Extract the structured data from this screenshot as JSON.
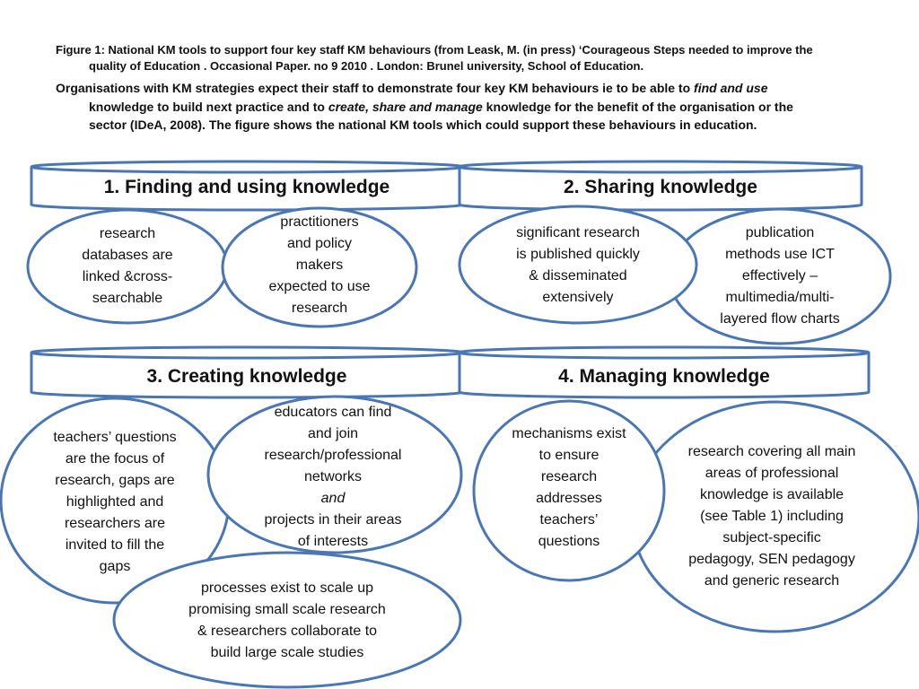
{
  "caption": {
    "figure_line1": "Figure 1: National KM tools to support four key staff KM behaviours (from Leask, M. (in press) ‘Courageous Steps needed to improve the",
    "figure_line2": "quality of Education . Occasional Paper. no 9 2010 . London: Brunel university, School of Education.",
    "intro_part1": "Organisations with KM strategies expect their staff to demonstrate four key KM behaviours ie to be able to ",
    "intro_em1": "find and use",
    "intro_part2": "knowledge to build next practice and to ",
    "intro_em2": "create, share and manage",
    "intro_part3": " knowledge for the benefit of the organisation or the",
    "intro_part4": "sector (IDeA, 2008). The figure shows the national KM tools which could support these behaviours in education."
  },
  "colors": {
    "stroke": "#4a76b3",
    "fill": "#ffffff",
    "text": "#111111"
  },
  "sections": [
    {
      "header": "1. Finding and using knowledge",
      "ellipses": [
        [
          "research",
          "databases are",
          "linked &cross-",
          "searchable"
        ],
        [
          "practitioners",
          "and policy",
          "makers",
          "expected to use",
          "research"
        ]
      ]
    },
    {
      "header": "2. Sharing knowledge",
      "ellipses": [
        [
          "significant research",
          "is published quickly",
          "& disseminated",
          "extensively"
        ],
        [
          "publication",
          "methods use ICT",
          "effectively –",
          "multimedia/multi-",
          "layered flow charts"
        ]
      ]
    },
    {
      "header": "3. Creating knowledge",
      "ellipses": [
        [
          "teachers’ questions",
          "are the focus of",
          "research, gaps are",
          "highlighted and",
          "researchers are",
          "invited to fill the",
          "gaps"
        ],
        [
          "educators can find",
          "and join",
          "research/professional",
          "networks",
          "projects in their areas",
          "of interests"
        ],
        [
          "processes exist to scale up",
          "promising small scale research",
          "& researchers collaborate to",
          "build large scale studies"
        ]
      ],
      "em_word": "and"
    },
    {
      "header": "4. Managing knowledge",
      "ellipses": [
        [
          "mechanisms exist",
          "to ensure",
          "research",
          "addresses",
          "teachers’",
          "questions"
        ],
        [
          "research covering all main",
          "areas of professional",
          "knowledge is available",
          "(see Table 1) including",
          "subject-specific",
          "pedagogy, SEN pedagogy",
          "and generic research"
        ]
      ]
    }
  ]
}
